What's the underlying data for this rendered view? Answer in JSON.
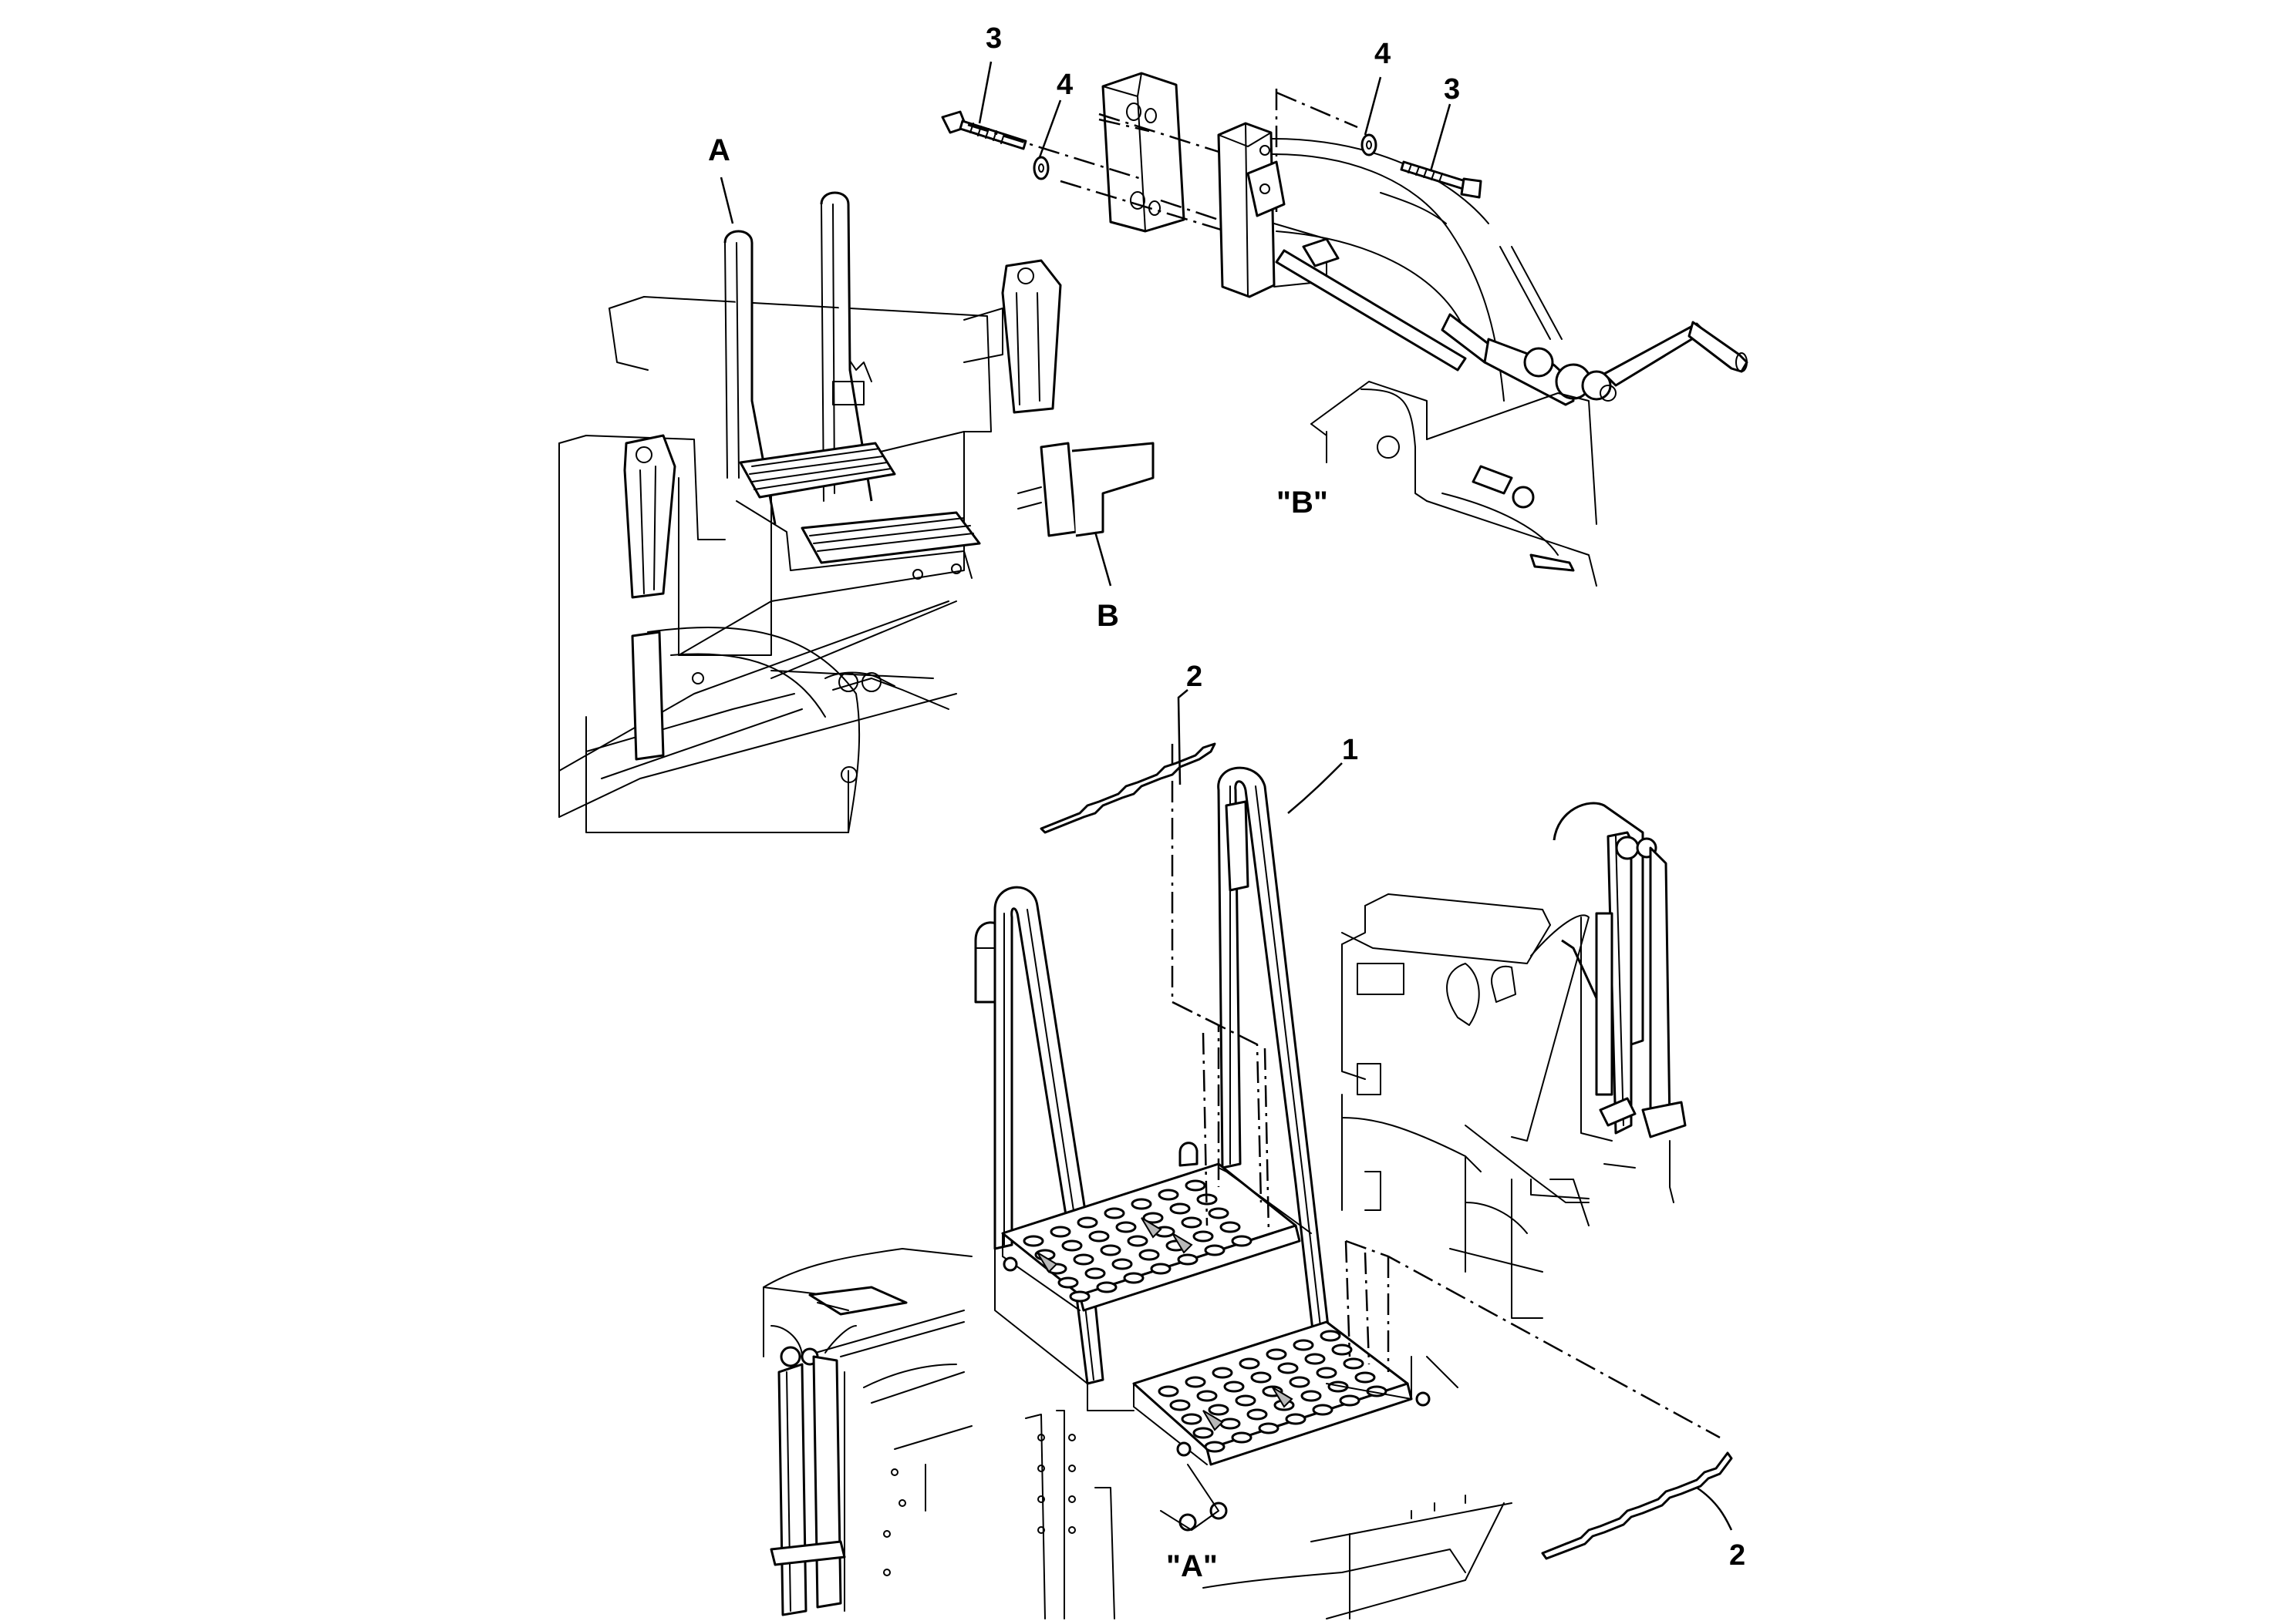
{
  "callouts": {
    "c1": "1",
    "c2_top": "2",
    "c2_bottom": "2",
    "c3_left": "3",
    "c3_right": "3",
    "c4_left": "4",
    "c4_right": "4",
    "cA": "A",
    "cB": "B"
  },
  "views": {
    "detail_a": "\"A\"",
    "detail_b": "\"B\""
  }
}
